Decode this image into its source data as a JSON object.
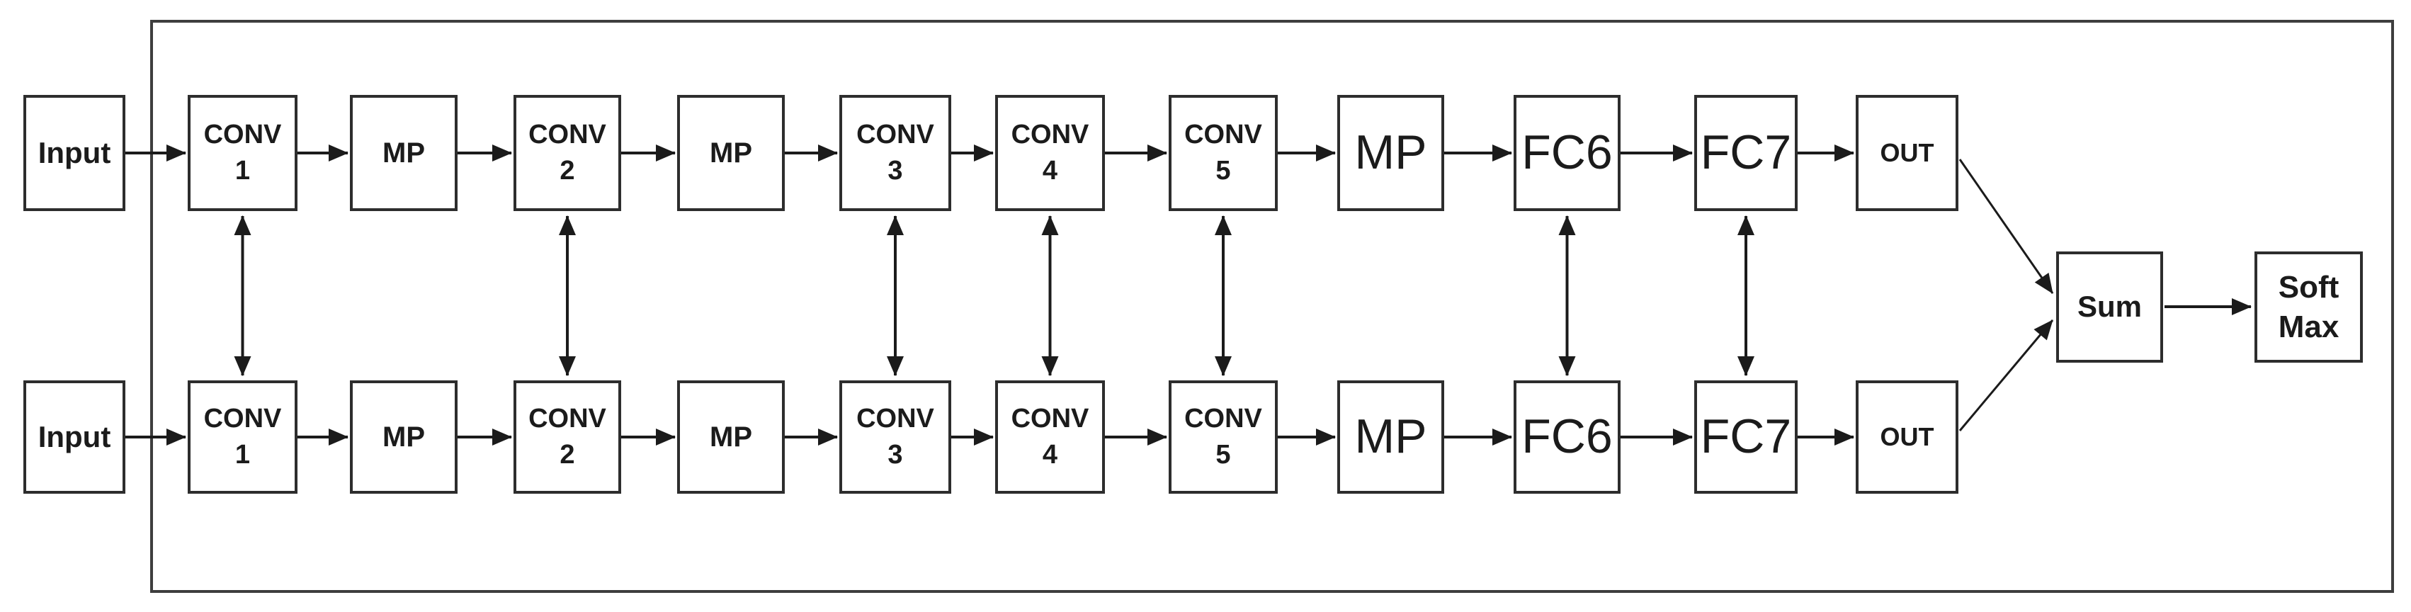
{
  "colors": {
    "background": "#ffffff",
    "box_fill": "#ffffff",
    "box_border": "#2d2d2d",
    "outer_border": "#3e3e3e",
    "arrow": "#1b1b1b",
    "text": "#1b1b1b"
  },
  "diagram": {
    "streams": [
      "top",
      "bottom"
    ],
    "pipeline_nodes": [
      {
        "id": "input",
        "lines": [
          "Input"
        ]
      },
      {
        "id": "conv1",
        "lines": [
          "CONV",
          "1"
        ]
      },
      {
        "id": "mp1",
        "lines": [
          "MP"
        ]
      },
      {
        "id": "conv2",
        "lines": [
          "CONV",
          "2"
        ]
      },
      {
        "id": "mp2",
        "lines": [
          "MP"
        ]
      },
      {
        "id": "conv3",
        "lines": [
          "CONV",
          "3"
        ]
      },
      {
        "id": "conv4",
        "lines": [
          "CONV",
          "4"
        ]
      },
      {
        "id": "conv5",
        "lines": [
          "CONV",
          "5"
        ]
      },
      {
        "id": "mp3",
        "lines": [
          "MP"
        ]
      },
      {
        "id": "fc6",
        "lines": [
          "FC6"
        ]
      },
      {
        "id": "fc7",
        "lines": [
          "FC7"
        ]
      },
      {
        "id": "out",
        "lines": [
          "OUT"
        ]
      }
    ],
    "merge_nodes": [
      {
        "id": "sum",
        "lines": [
          "Sum"
        ]
      },
      {
        "id": "softmax",
        "lines": [
          "Soft",
          "Max"
        ]
      }
    ],
    "cross_links": [
      "conv1",
      "conv2",
      "conv3",
      "conv4",
      "conv5",
      "fc6",
      "fc7"
    ]
  }
}
